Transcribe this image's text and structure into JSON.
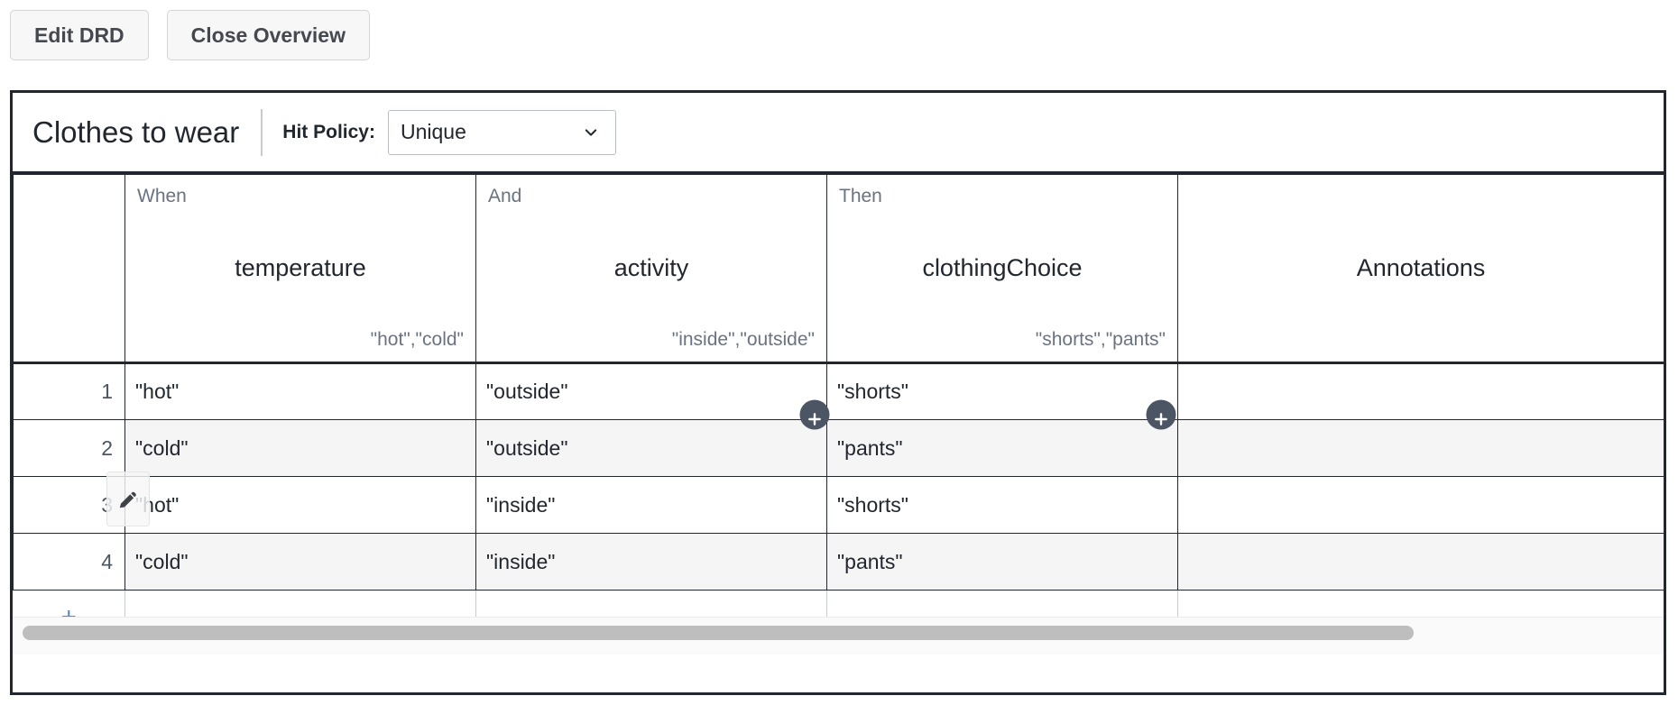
{
  "toolbar": {
    "edit_drd_label": "Edit DRD",
    "close_overview_label": "Close Overview"
  },
  "decision_table": {
    "title": "Clothes to wear",
    "hit_policy_label": "Hit Policy:",
    "hit_policy_value": "Unique",
    "hit_policy_options": [
      "Unique"
    ],
    "columns": [
      {
        "role": "When",
        "name": "temperature",
        "type": "\"hot\",\"cold\""
      },
      {
        "role": "And",
        "name": "activity",
        "type": "\"inside\",\"outside\""
      },
      {
        "role": "Then",
        "name": "clothingChoice",
        "type": "\"shorts\",\"pants\""
      }
    ],
    "annotations_header": "Annotations",
    "rows": [
      {
        "index": "1",
        "temperature": "\"hot\"",
        "activity": "\"outside\"",
        "clothingChoice": "\"shorts\"",
        "annotation": ""
      },
      {
        "index": "2",
        "temperature": "\"cold\"",
        "activity": "\"outside\"",
        "clothingChoice": "\"pants\"",
        "annotation": ""
      },
      {
        "index": "3",
        "temperature": "\"hot\"",
        "activity": "\"inside\"",
        "clothingChoice": "\"shorts\"",
        "annotation": ""
      },
      {
        "index": "4",
        "temperature": "\"cold\"",
        "activity": "\"inside\"",
        "clothingChoice": "\"pants\"",
        "annotation": ""
      }
    ],
    "add_row": {
      "plus_label": "+",
      "placeholder_dash": "-"
    },
    "add_column_label": "+",
    "edit_icon_name": "pencil-icon"
  },
  "colors": {
    "border": "#22262e",
    "alt_row": "#f5f5f5",
    "plus_circle": "#4b5563",
    "add_row_blue": "#4a90e2",
    "muted_text": "#6b7280",
    "scrollbar_thumb": "#bebebe"
  }
}
